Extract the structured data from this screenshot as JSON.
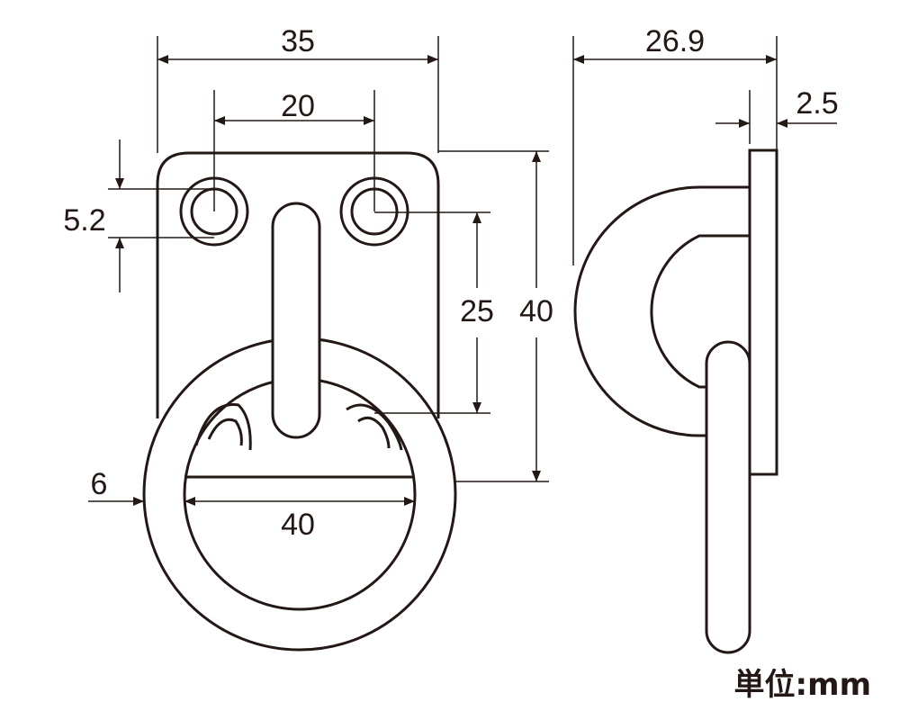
{
  "colors": {
    "ink": "#231815",
    "paper": "#ffffff"
  },
  "dimensions": {
    "plate_width": "35",
    "hole_spacing": "20",
    "hole_diameter": "5.2",
    "hole_to_pin": "25",
    "overall_height": "40",
    "wire_diameter": "6",
    "ring_diameter": "40",
    "side_depth": "26.9",
    "plate_thickness": "2.5"
  },
  "unit_label": "単位:mm"
}
